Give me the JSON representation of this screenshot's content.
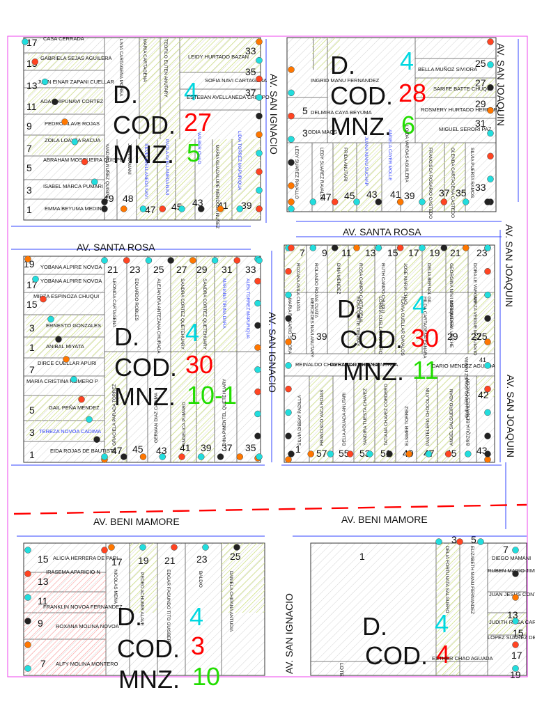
{
  "streets": {
    "san_ignacio": "AV. SAN IGNACIO",
    "san_joaquin": "AV. SAN JOAQUIN",
    "santa_rosa": "AV. SANTA ROSA",
    "beni_mamore": "AV. BENI MAMORE"
  },
  "blocks": [
    {
      "district": "D.",
      "district_num": "4",
      "cod_label": "COD.",
      "cod": "27",
      "mnz_label": "MNZ.",
      "mnz": "5"
    },
    {
      "district": "D.",
      "district_num": "4",
      "cod_label": "COD.",
      "cod": "28",
      "mnz_label": "MNZ.",
      "mnz": "6"
    },
    {
      "district": "D.",
      "district_num": "4",
      "cod_label": "COD.",
      "cod": "30",
      "mnz_label": "MNZ.",
      "mnz": "10-1"
    },
    {
      "district": "D.",
      "district_num": "4",
      "cod_label": "COD.",
      "cod": "30",
      "mnz_label": "MNZ.",
      "mnz": "11"
    },
    {
      "district": "D.",
      "district_num": "4",
      "cod_label": "COD.",
      "cod": "3",
      "mnz_label": "MNZ.",
      "mnz": "10"
    },
    {
      "district": "D.",
      "district_num": "4",
      "cod_label": "COD.",
      "cod": "4",
      "mnz_label": "",
      "mnz": ""
    }
  ],
  "lot_numbers": {
    "b1_left": [
      "17",
      "15",
      "13",
      "11",
      "9",
      "7",
      "5",
      "3",
      "1"
    ],
    "b1_bottom": [
      "49",
      "48",
      "47",
      "45",
      "43",
      "41",
      "39"
    ],
    "b1_right": [
      "33",
      "35",
      "37"
    ],
    "b2_bottom": [
      "47",
      "45",
      "43",
      "41",
      "39",
      "37",
      "35",
      "33"
    ],
    "b2_right": [
      "25",
      "27",
      "29",
      "31"
    ],
    "b3_top": [
      "21",
      "23",
      "25",
      "27",
      "29",
      "31",
      "33"
    ],
    "b3_left": [
      "19",
      "17",
      "15",
      "3",
      "1",
      "7",
      "5",
      "3",
      "1"
    ],
    "b3_bottom": [
      "47",
      "45",
      "43",
      "41",
      "39",
      "37",
      "35"
    ],
    "b4_top": [
      "7",
      "9",
      "11",
      "13",
      "15",
      "17",
      "19",
      "21",
      "23"
    ],
    "b4_mid": [
      "5",
      "39",
      "29",
      "27",
      "25"
    ],
    "b4_bottom": [
      "1",
      "57",
      "55",
      "53",
      "51",
      "49",
      "47",
      "45",
      "43"
    ],
    "b4_right": [
      "41",
      "42"
    ],
    "b5_top": [
      "15",
      "17",
      "19",
      "21",
      "23",
      "25"
    ],
    "b5_left": [
      "13",
      "11",
      "9",
      "7"
    ],
    "b6_top": [
      "1",
      "3",
      "5",
      "7"
    ],
    "b6_right": [
      "13",
      "15",
      "17",
      "19"
    ]
  },
  "owners": {
    "b1": [
      "CASA CERRADA",
      "GABRIELA SEJAS AGUILERA",
      "JUAN EINAR ZAPANI CUELLAR",
      "ADA CHIPUNAVI CORTEZ",
      "PEDRO ALAVE ROJAS",
      "ZOILA LOAYZA RACUA",
      "ABRAHAM MOSQUEIRA QUISPE",
      "ISABEL MARCA PUMARI",
      "EMMA BEYUMA MEDINA",
      "LEIDY HURTADO BAZAN",
      "SOFIA NAVI CARTAGENA",
      "ESTEBAN AVELLANEDA CRESPO"
    ],
    "b1_vertical": [
      "YANDIRA NUÑEZ QUISPE",
      "JUAN MAMANI",
      "SILVIA AVELLANEDA NAVI",
      "PAOLA AVELLANEDA NAVI",
      "WILBER CUAO",
      "MARIA GUADALUPE MENDOZA NUÑEZ",
      "LIDIA TORREZ MAPURIQUA",
      "MARIA CARTAGENA",
      "TEOFILO EUTEN ANUTARY",
      "LIVIA CARTAGENA MOREA"
    ],
    "b2": [
      "INGRID MANU FERNANDEZ",
      "BELLA MUÑOZ SIVIORA",
      "SARIFE BATTE CHUQUI",
      "ROSMERY HURTADO HERRERA",
      "DELMIRA CAYA BEYUMA",
      "ODIA MAGS",
      "MIGUEL SERORI PAZ"
    ],
    "b2_vertical": [
      "LEDY SUAREZ RAVALLO",
      "LEDY SUAREZ RAVALLO",
      "FRIDA ANUTARI",
      "JUANA MANU SUCHAP",
      "ANGELA CAYER MOLLE",
      "LOIDA VARGAS AGUILERA",
      "FRANCISCA ROSARIO CASTEDO",
      "GLENDA CARTAGENA CASTEDO",
      "SILVIA PUERTA RAMOS"
    ],
    "b3": [
      "YOBANA ALPIRE NOVOA",
      "YOBANA ALPIRE NOVOA",
      "MIRZA ESPINOZA CHUQUI",
      "ERNESTO GONZALES",
      "ANIBAL MIYATA",
      "DIRCE CUELLAR APURI",
      "MARIA CRISTINA ROMERO P",
      "GAIL PEÑA MENDEZ",
      "TEREZA NOVOA CADIMA",
      "EIDA ROJAS DE BAUTISTA"
    ],
    "b3_vertical": [
      "LEONIDA CARTAGENA",
      "EDUARDO ROBLES",
      "ALEJANDRA ANTEZANA CHURADA",
      "SANDRA CORTEZ QUETEHUARY",
      "SANDRA CORTEZ QUETEHUARY",
      "MARIANA TIRINA DARA",
      "ALEN TORREZ MAPURIQUA",
      "GRACIELA PARADA TORREZ",
      "GERMAN DIAZ CADIMA",
      "ANGELICA PUMARO",
      "DINA PIMENTEL QUETEHUARY"
    ],
    "b4": [
      "REINALDO CHAVEZ CARTAGENA",
      "GERARDO CHAVEZ NUNTA",
      "DARIO MENDEZ AGUADA"
    ],
    "b4_vertical": [
      "ROXANA AVILA CUATA",
      "ROLANDO ROJAS CUATA",
      "DINA MENDEZ",
      "ROSA CAMPO CARTAGENA",
      "RUTH CAMPO CHUQUI",
      "JOSE MARIA CHAO",
      "DELIA BERNAL GIL",
      "GEORGINA NAVI MOSQUEIRA",
      "DORA LE VARGAS",
      "MARIA ROSARIO SIVIORA",
      "MERCEDES NAVI ANUTARY",
      "ROSA QUETE TIBUBAY",
      "LORGIA CUELLAR RIVERO",
      "FLAVIA CUELLAR DAVALOS",
      "HILDA CARTAGENA EANARA",
      "MIRIAN LARA VINCHE",
      "MIRZA VEIGUE MAQUIAVIO",
      "SILVIA DIBBAY PADILLA",
      "FRANCISCO VACA ROJAS",
      "DELIA AGUADA ANUTARI",
      "YANDIRA TUESTA CHAVEZ",
      "TATIANA CHAVEZ CORDERO",
      "ELSIMER TORREZ",
      "PASTELERIA CHOCOLATIN",
      "ANGEL SALGUEIRO ADAN",
      "GUILLERMO GOMEZ PAMPA",
      "BRIZQUIA BENAVIDES CHICON"
    ],
    "b5": [
      "ALICIA HERRERA DE PARI",
      "IRASEMA APARICIO N",
      "FRANKLIN NOVOA FERNANDEZ",
      "ROXANA MOLINA NOVOA",
      "ALFY MOLINA MONTERO"
    ],
    "b5_vertical": [
      "NICOLAS MENA",
      "PEDRO ACHUMIR ALAVE",
      "EDGAR FAGUNDO TITO GUISBERT",
      "BALDIO",
      "DANIELA CHIPANA ANTUDIA"
    ],
    "b6": [
      "DIEGO MAMANI",
      "RUBEN MARIO JIMENEZ",
      "JUAN JESUS CONTINENO FARFAN",
      "JUDITH ROSA CARTAGENA",
      "LOPEZ SUAREZ DE PACO",
      "ESTHER CHAO AGUADA",
      "LOTE"
    ],
    "b6_vertical": [
      "DELIA FORTUNATA SALGUERO",
      "ELIZABETH MANU FERNANDEZ"
    ]
  },
  "colors": {
    "district_num": "#00d8e0",
    "cod_num": "#ff0000",
    "mnz_num": "#22dd00",
    "street_line": "#3344ff",
    "dashed_line": "#ff0000",
    "frame": "#ee44ee",
    "hatch_green": "#b8d860",
    "hatch_red": "#ff8080"
  }
}
